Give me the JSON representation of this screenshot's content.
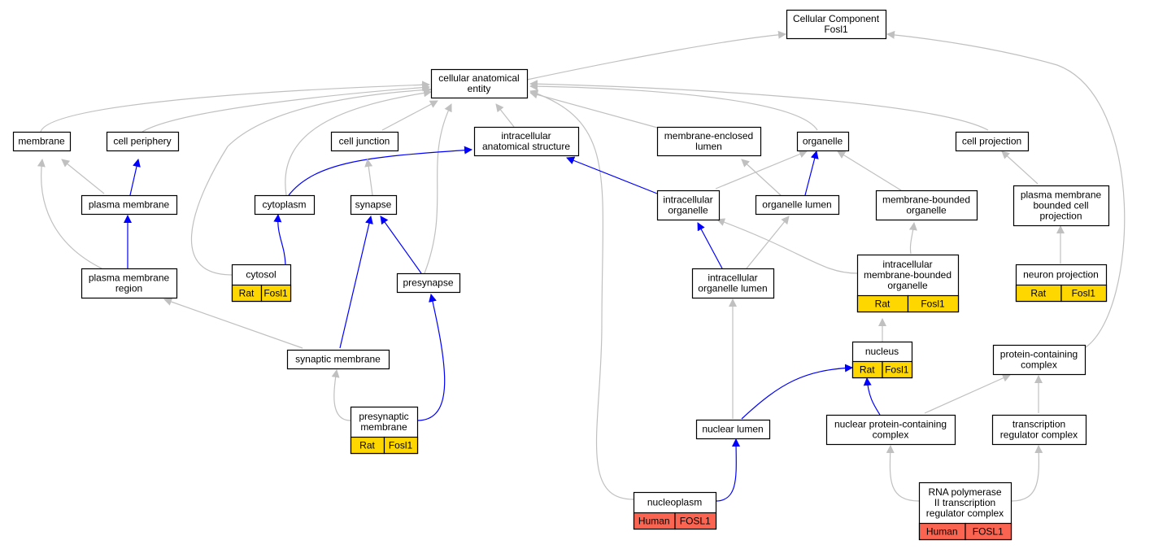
{
  "colors": {
    "edge_gray": "#c0c0c0",
    "edge_blue": "#0000ff",
    "rat_fill": "#ffd700",
    "human_fill": "#fa6450"
  },
  "nodes": [
    {
      "id": "cc",
      "lines": [
        "Cellular Component",
        "Fosl1"
      ]
    },
    {
      "id": "cae",
      "lines": [
        "cellular anatomical",
        "entity"
      ]
    },
    {
      "id": "membrane",
      "lines": [
        "membrane"
      ]
    },
    {
      "id": "cellperiphery",
      "lines": [
        "cell periphery"
      ]
    },
    {
      "id": "celljunction",
      "lines": [
        "cell junction"
      ]
    },
    {
      "id": "ias",
      "lines": [
        "intracellular",
        "anatomical structure"
      ]
    },
    {
      "id": "mel",
      "lines": [
        "membrane-enclosed",
        "lumen"
      ]
    },
    {
      "id": "organelle",
      "lines": [
        "organelle"
      ]
    },
    {
      "id": "cellprojection",
      "lines": [
        "cell projection"
      ]
    },
    {
      "id": "pm",
      "lines": [
        "plasma membrane"
      ]
    },
    {
      "id": "cytoplasm",
      "lines": [
        "cytoplasm"
      ]
    },
    {
      "id": "synapse",
      "lines": [
        "synapse"
      ]
    },
    {
      "id": "io",
      "lines": [
        "intracellular",
        "organelle"
      ]
    },
    {
      "id": "ol",
      "lines": [
        "organelle lumen"
      ]
    },
    {
      "id": "mbo",
      "lines": [
        "membrane-bounded",
        "organelle"
      ]
    },
    {
      "id": "pmbcp",
      "lines": [
        "plasma membrane",
        "bounded cell",
        "projection"
      ]
    },
    {
      "id": "pmr",
      "lines": [
        "plasma membrane",
        "region"
      ]
    },
    {
      "id": "cytosol",
      "lines": [
        "cytosol"
      ],
      "ann": [
        "Rat",
        "Fosl1"
      ]
    },
    {
      "id": "presynapse",
      "lines": [
        "presynapse"
      ]
    },
    {
      "id": "iol",
      "lines": [
        "intracellular",
        "organelle lumen"
      ]
    },
    {
      "id": "imbo",
      "lines": [
        "intracellular",
        "membrane-bounded",
        "organelle"
      ],
      "ann": [
        "Rat",
        "Fosl1"
      ]
    },
    {
      "id": "neuronproj",
      "lines": [
        "neuron projection"
      ],
      "ann": [
        "Rat",
        "Fosl1"
      ]
    },
    {
      "id": "synmem",
      "lines": [
        "synaptic membrane"
      ]
    },
    {
      "id": "nucleus",
      "lines": [
        "nucleus"
      ],
      "ann": [
        "Rat",
        "Fosl1"
      ]
    },
    {
      "id": "pcc",
      "lines": [
        "protein-containing",
        "complex"
      ]
    },
    {
      "id": "presynmem",
      "lines": [
        "presynaptic",
        "membrane"
      ],
      "ann": [
        "Rat",
        "Fosl1"
      ]
    },
    {
      "id": "nuclumen",
      "lines": [
        "nuclear lumen"
      ]
    },
    {
      "id": "npcc",
      "lines": [
        "nuclear protein-containing",
        "complex"
      ]
    },
    {
      "id": "trc",
      "lines": [
        "transcription",
        "regulator complex"
      ]
    },
    {
      "id": "nucleoplasm",
      "lines": [
        "nucleoplasm"
      ],
      "ann": [
        "Human",
        "FOSL1"
      ]
    },
    {
      "id": "rnap",
      "lines": [
        "RNA polymerase",
        "II transcription",
        "regulator complex"
      ],
      "ann": [
        "Human",
        "FOSL1"
      ]
    }
  ]
}
